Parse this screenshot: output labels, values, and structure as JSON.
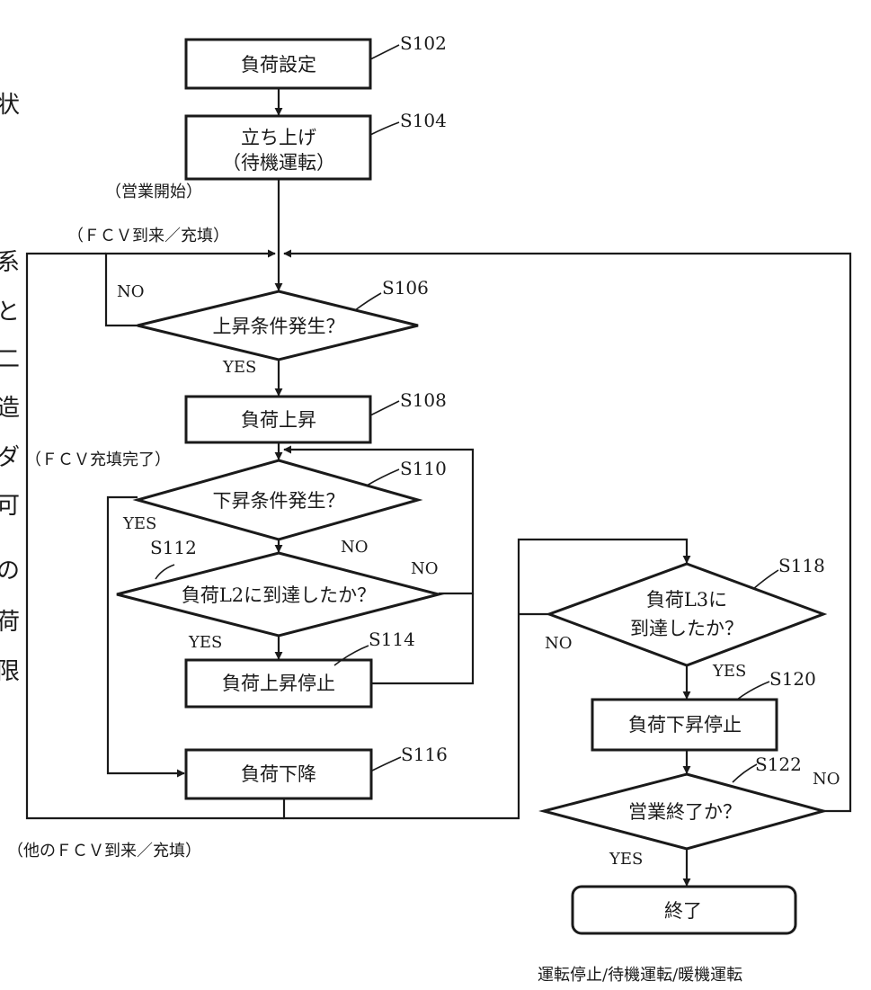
{
  "side_text": [
    "状",
    "系",
    "と",
    "二",
    "造",
    "ダ",
    "可",
    "の",
    "荷",
    "限"
  ],
  "steps": {
    "s102": {
      "id": "S102",
      "label": "負荷設定"
    },
    "s104": {
      "id": "S104",
      "line1": "立ち上げ",
      "line2": "（待機運転）"
    },
    "s106": {
      "id": "S106",
      "label": "上昇条件発生？"
    },
    "s108": {
      "id": "S108",
      "label": "負荷上昇"
    },
    "s110": {
      "id": "S110",
      "label": "下昇条件発生？"
    },
    "s112": {
      "id": "S112",
      "label": "負荷L2に到達したか？"
    },
    "s114": {
      "id": "S114",
      "label": "負荷上昇停止"
    },
    "s116": {
      "id": "S116",
      "label": "負荷下降"
    },
    "s118": {
      "id": "S118",
      "line1": "負荷L3に",
      "line2": "到達したか？"
    },
    "s120": {
      "id": "S120",
      "label": "負荷下昇停止"
    },
    "s122": {
      "id": "S122",
      "label": "営業終了か？"
    },
    "end": {
      "label": "終了"
    }
  },
  "notes": {
    "business_start": "（営業開始）",
    "fcv_arrival": "（ＦＣＶ到来／充填）",
    "fcv_filled": "（ＦＣＶ充填完了）",
    "other_fcv": "（他のＦＣＶ到来／充填）",
    "end_note": "運転停止/待機運転/暖機運転"
  },
  "branches": {
    "yes": "YES",
    "no": "NO"
  }
}
